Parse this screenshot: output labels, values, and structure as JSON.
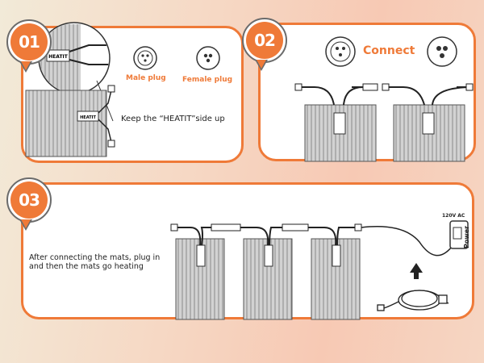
{
  "steps": {
    "one": {
      "number": "01",
      "male_label": "Male plug",
      "female_label": "Female plug",
      "instruction": "Keep the “HEATIT”side up"
    },
    "two": {
      "number": "02",
      "connect_label": "Connect"
    },
    "three": {
      "number": "03",
      "instruction_line1": "After connecting the mats, plug in",
      "instruction_line2": "and then the mats go heating",
      "outlet_voltage": "120V AC",
      "power_label": "Power"
    }
  },
  "mat_label": "HEATIT",
  "colors": {
    "accent": "#ef7a38",
    "mat_gray": "#c9c9c9",
    "outline": "#333333"
  }
}
